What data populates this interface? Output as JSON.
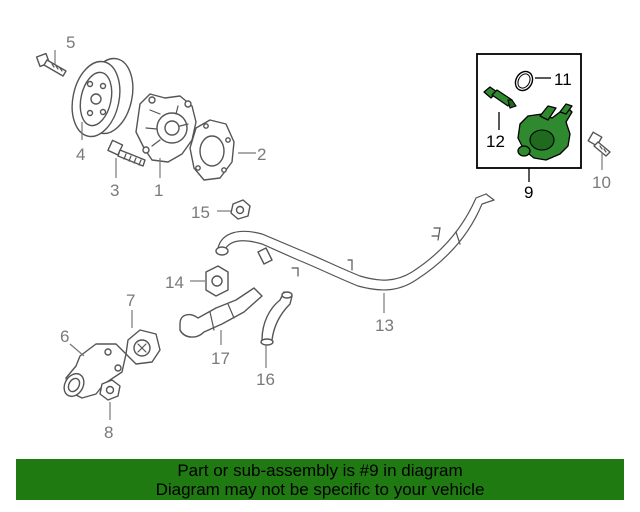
{
  "labels": {
    "p1": "1",
    "p2": "2",
    "p3": "3",
    "p4": "4",
    "p5": "5",
    "p6": "6",
    "p7": "7",
    "p8": "8",
    "p9": "9",
    "p10": "10",
    "p11": "11",
    "p12": "12",
    "p13": "13",
    "p14": "14",
    "p15": "15",
    "p16": "16",
    "p17": "17"
  },
  "highlight_color": "#2f8a2f",
  "banner_color": "#1f7a12",
  "banner": {
    "line1": "Part or sub-assembly is #9 in diagram",
    "line2": "Diagram may not be specific to your vehicle"
  }
}
